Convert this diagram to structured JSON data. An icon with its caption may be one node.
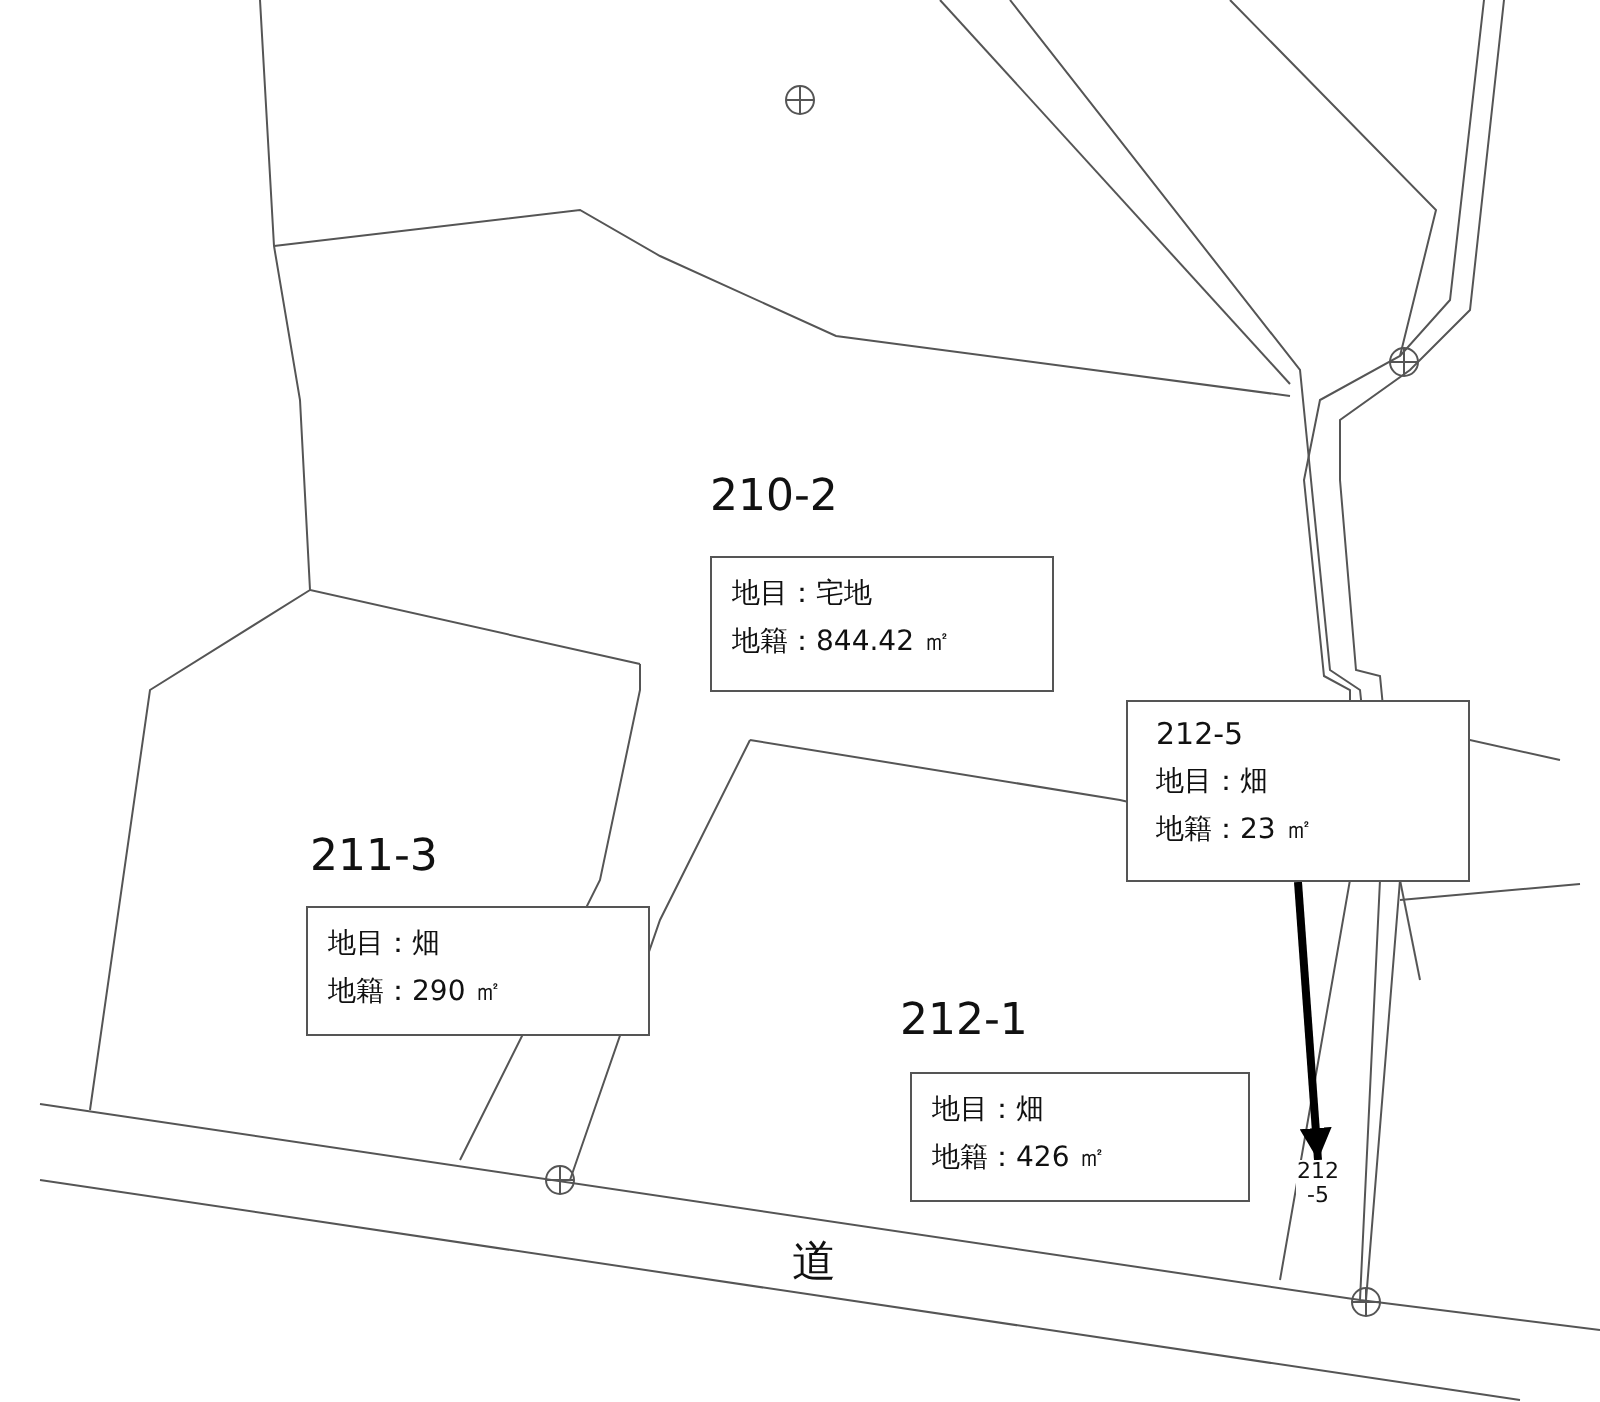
{
  "diagram": {
    "nodes": [
      {
        "text": [
          "210-2",
          "地目：宅地",
          "地籍：844.42 ㎡"
        ]
      },
      {
        "text": [
          "211-3",
          "地目：畑",
          "地籍：290 ㎡"
        ]
      },
      {
        "text": [
          "212-1",
          "地目：畑",
          "地籍：426 ㎡"
        ]
      },
      {
        "text": [
          "212-5",
          "地目：畑",
          "地籍：23 ㎡"
        ]
      },
      {
        "text": [
          "212 -5"
        ]
      }
    ],
    "edges": [
      {
        "from": 3,
        "to": 4,
        "arrow": "to"
      }
    ],
    "labels": [
      "道"
    ]
  }
}
